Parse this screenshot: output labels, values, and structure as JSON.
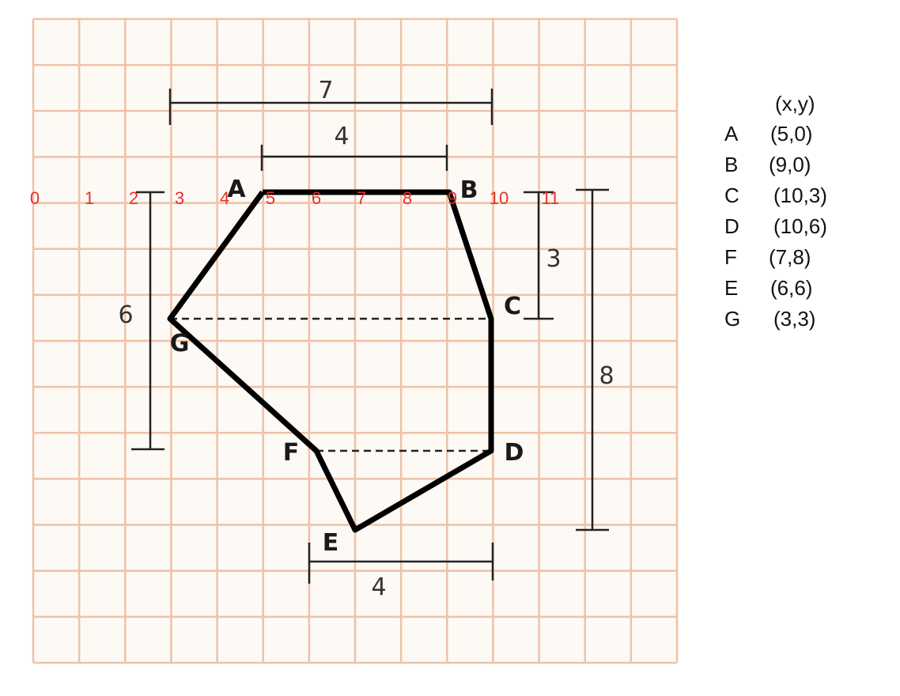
{
  "axis_numbers": [
    "0",
    "1",
    "2",
    "3",
    "4",
    "5",
    "6",
    "7",
    "8",
    "9",
    "10",
    "11"
  ],
  "vertices": [
    {
      "name": "A",
      "label": "A"
    },
    {
      "name": "B",
      "label": "B"
    },
    {
      "name": "C",
      "label": "C"
    },
    {
      "name": "D",
      "label": "D"
    },
    {
      "name": "E",
      "label": "E"
    },
    {
      "name": "F",
      "label": "F"
    },
    {
      "name": "G",
      "label": "G"
    }
  ],
  "dimensions": {
    "top_wide": "7",
    "top_narrow": "4",
    "right_short": "3",
    "right_tall": "8",
    "left": "6",
    "bottom": "4"
  },
  "coord_table": {
    "header": "(x,y)",
    "rows": [
      {
        "name": "A",
        "coord": "(5,0)"
      },
      {
        "name": "B",
        "coord": "(9,0)"
      },
      {
        "name": "C",
        "coord": "(10,3)"
      },
      {
        "name": "D",
        "coord": "(10,6)"
      },
      {
        "name": "F",
        "coord": "(7,8)"
      },
      {
        "name": "E",
        "coord": "(6,6)"
      },
      {
        "name": "G",
        "coord": "(3,3)"
      }
    ]
  },
  "colors": {
    "grid_line": "#efc2a6",
    "grid_bg": "#fdf9f5",
    "shape": "#000000",
    "axis_numbers": "#e8322a"
  }
}
